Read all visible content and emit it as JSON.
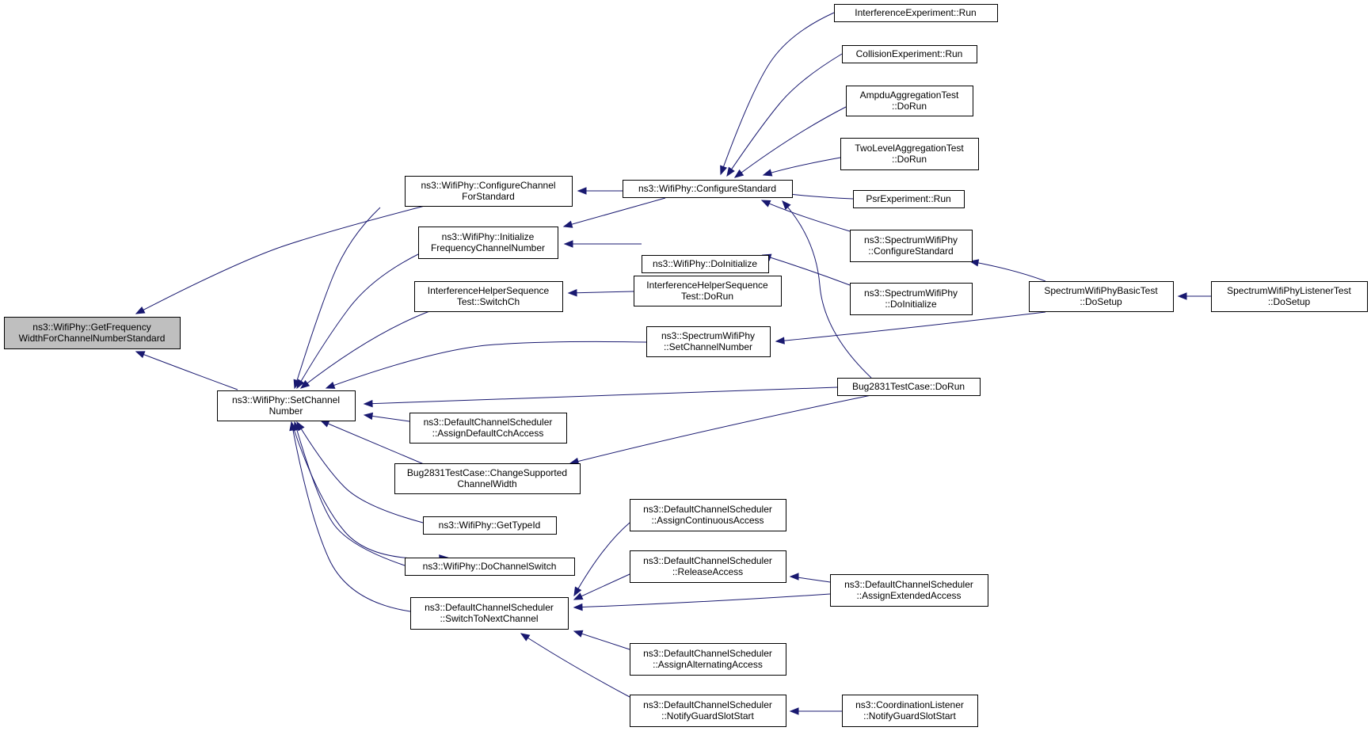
{
  "nodes": [
    {
      "id": "root",
      "lines": [
        "ns3::WifiPhy::GetFrequency",
        "WidthForChannelNumberStandard"
      ],
      "root": true
    },
    {
      "id": "setch",
      "lines": [
        "ns3::WifiPhy::SetChannel",
        "Number"
      ]
    },
    {
      "id": "cfgch",
      "lines": [
        "ns3::WifiPhy::ConfigureChannel",
        "ForStandard"
      ]
    },
    {
      "id": "initf",
      "lines": [
        "ns3::WifiPhy::Initialize",
        "FrequencyChannelNumber"
      ]
    },
    {
      "id": "ihs",
      "lines": [
        "InterferenceHelperSequence",
        "Test::SwitchCh"
      ]
    },
    {
      "id": "cfgstd",
      "lines": [
        "ns3::WifiPhy::ConfigureStandard"
      ]
    },
    {
      "id": "doinit",
      "lines": [
        "ns3::WifiPhy::DoInitialize"
      ]
    },
    {
      "id": "ihsdorun",
      "lines": [
        "InterferenceHelperSequence",
        "Test::DoRun"
      ]
    },
    {
      "id": "ierun",
      "lines": [
        "InterferenceExperiment::Run"
      ]
    },
    {
      "id": "cerun",
      "lines": [
        "CollisionExperiment::Run"
      ]
    },
    {
      "id": "ampdu",
      "lines": [
        "AmpduAggregationTest",
        "::DoRun"
      ]
    },
    {
      "id": "twolevel",
      "lines": [
        "TwoLevelAggregationTest",
        "::DoRun"
      ]
    },
    {
      "id": "psr",
      "lines": [
        "PsrExperiment::Run"
      ]
    },
    {
      "id": "swcfg",
      "lines": [
        "ns3::SpectrumWifiPhy",
        "::ConfigureStandard"
      ]
    },
    {
      "id": "swinit",
      "lines": [
        "ns3::SpectrumWifiPhy",
        "::DoInitialize"
      ]
    },
    {
      "id": "swset",
      "lines": [
        "ns3::SpectrumWifiPhy",
        "::SetChannelNumber"
      ]
    },
    {
      "id": "bug2831",
      "lines": [
        "Bug2831TestCase::DoRun"
      ]
    },
    {
      "id": "swbasic",
      "lines": [
        "SpectrumWifiPhyBasicTest",
        "::DoSetup"
      ]
    },
    {
      "id": "swlistener",
      "lines": [
        "SpectrumWifiPhyListenerTest",
        "::DoSetup"
      ]
    },
    {
      "id": "dcsdefcch",
      "lines": [
        "ns3::DefaultChannelScheduler",
        "::AssignDefaultCchAccess"
      ]
    },
    {
      "id": "bugchange",
      "lines": [
        "Bug2831TestCase::ChangeSupported",
        "ChannelWidth"
      ]
    },
    {
      "id": "gettypeid",
      "lines": [
        "ns3::WifiPhy::GetTypeId"
      ]
    },
    {
      "id": "dochsw",
      "lines": [
        "ns3::WifiPhy::DoChannelSwitch"
      ]
    },
    {
      "id": "dcsswitch",
      "lines": [
        "ns3::DefaultChannelScheduler",
        "::SwitchToNextChannel"
      ]
    },
    {
      "id": "dcscont",
      "lines": [
        "ns3::DefaultChannelScheduler",
        "::AssignContinuousAccess"
      ]
    },
    {
      "id": "dcsrel",
      "lines": [
        "ns3::DefaultChannelScheduler",
        "::ReleaseAccess"
      ]
    },
    {
      "id": "dcsext",
      "lines": [
        "ns3::DefaultChannelScheduler",
        "::AssignExtendedAccess"
      ]
    },
    {
      "id": "dcsalt",
      "lines": [
        "ns3::DefaultChannelScheduler",
        "::AssignAlternatingAccess"
      ]
    },
    {
      "id": "dcsguard",
      "lines": [
        "ns3::DefaultChannelScheduler",
        "::NotifyGuardSlotStart"
      ]
    },
    {
      "id": "coord",
      "lines": [
        "ns3::CoordinationListener",
        "::NotifyGuardSlotStart"
      ]
    }
  ],
  "edges": [
    {
      "from": "cfgch",
      "to": "root"
    },
    {
      "from": "setch",
      "to": "root"
    },
    {
      "from": "cfgch",
      "to": "setch"
    },
    {
      "from": "initf",
      "to": "setch"
    },
    {
      "from": "ihs",
      "to": "setch"
    },
    {
      "from": "swset",
      "to": "setch"
    },
    {
      "from": "bug2831",
      "to": "setch"
    },
    {
      "from": "dcsdefcch",
      "to": "setch"
    },
    {
      "from": "bugchange",
      "to": "setch"
    },
    {
      "from": "gettypeid",
      "to": "setch"
    },
    {
      "from": "dochsw",
      "to": "setch"
    },
    {
      "from": "dcsswitch",
      "to": "setch"
    },
    {
      "from": "setch",
      "to": "dochsw"
    },
    {
      "from": "cfgstd",
      "to": "cfgch"
    },
    {
      "from": "cfgstd",
      "to": "initf"
    },
    {
      "from": "doinit",
      "to": "initf"
    },
    {
      "from": "ihsdorun",
      "to": "ihs"
    },
    {
      "from": "ierun",
      "to": "cfgstd"
    },
    {
      "from": "cerun",
      "to": "cfgstd"
    },
    {
      "from": "ampdu",
      "to": "cfgstd"
    },
    {
      "from": "twolevel",
      "to": "cfgstd"
    },
    {
      "from": "psr",
      "to": "cfgstd"
    },
    {
      "from": "swcfg",
      "to": "cfgstd"
    },
    {
      "from": "bug2831",
      "to": "cfgstd"
    },
    {
      "from": "swinit",
      "to": "doinit"
    },
    {
      "from": "swbasic",
      "to": "swcfg"
    },
    {
      "from": "swlistener",
      "to": "swbasic"
    },
    {
      "from": "swbasic",
      "to": "swset"
    },
    {
      "from": "bug2831",
      "to": "bugchange"
    },
    {
      "from": "dcscont",
      "to": "dcsswitch"
    },
    {
      "from": "dcsrel",
      "to": "dcsswitch"
    },
    {
      "from": "dcsext",
      "to": "dcsswitch"
    },
    {
      "from": "dcsalt",
      "to": "dcsswitch"
    },
    {
      "from": "dcsguard",
      "to": "dcsswitch"
    },
    {
      "from": "dcsext",
      "to": "dcsrel"
    },
    {
      "from": "coord",
      "to": "dcsguard"
    }
  ]
}
